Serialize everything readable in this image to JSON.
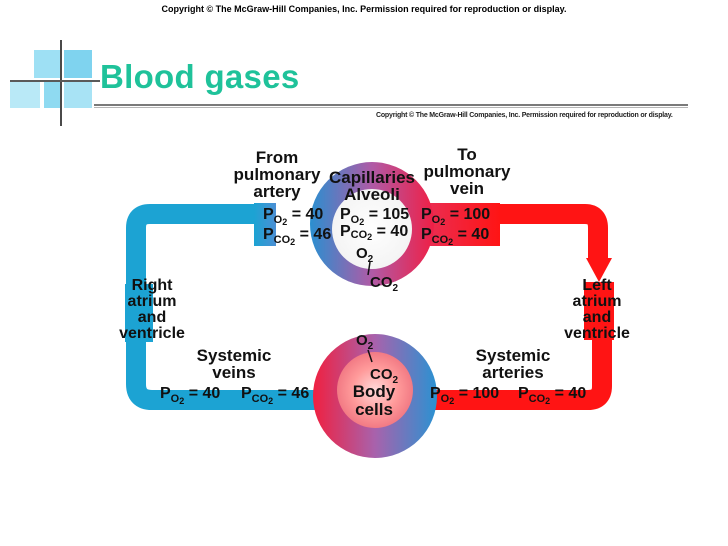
{
  "header": {
    "copyright": "Copyright © The McGraw-Hill Companies, Inc. Permission required for reproduction or display.",
    "title": "Blood gases"
  },
  "figure": {
    "copyright": "Copyright © The McGraw-Hill Companies, Inc. Permission required for reproduction or display.",
    "from_artery": [
      "From",
      "pulmonary",
      "artery"
    ],
    "to_vein": [
      "To",
      "pulmonary",
      "vein"
    ],
    "capillaries": "Capillaries",
    "alveoli": "Alveoli",
    "right_heart": [
      "Right",
      "atrium",
      "and",
      "ventricle"
    ],
    "left_heart": [
      "Left",
      "atrium",
      "and",
      "ventricle"
    ],
    "systemic_veins": [
      "Systemic",
      "veins"
    ],
    "systemic_arteries": [
      "Systemic",
      "arteries"
    ],
    "body_cells": [
      "Body",
      "cells"
    ],
    "o2": "O",
    "co2": "CO",
    "pulmonary_artery_values": {
      "po2": "40",
      "pco2": "46"
    },
    "alveoli_values": {
      "po2": "105",
      "pco2": "40"
    },
    "pulmonary_vein_values": {
      "po2": "100",
      "pco2": "40"
    },
    "systemic_vein_values": {
      "po2": "40",
      "pco2": "46"
    },
    "systemic_artery_values": {
      "po2": "100",
      "pco2": "40"
    },
    "colors": {
      "venous": "#1ca3d3",
      "arterial": "#ff1414",
      "title": "#1fc29a"
    }
  }
}
